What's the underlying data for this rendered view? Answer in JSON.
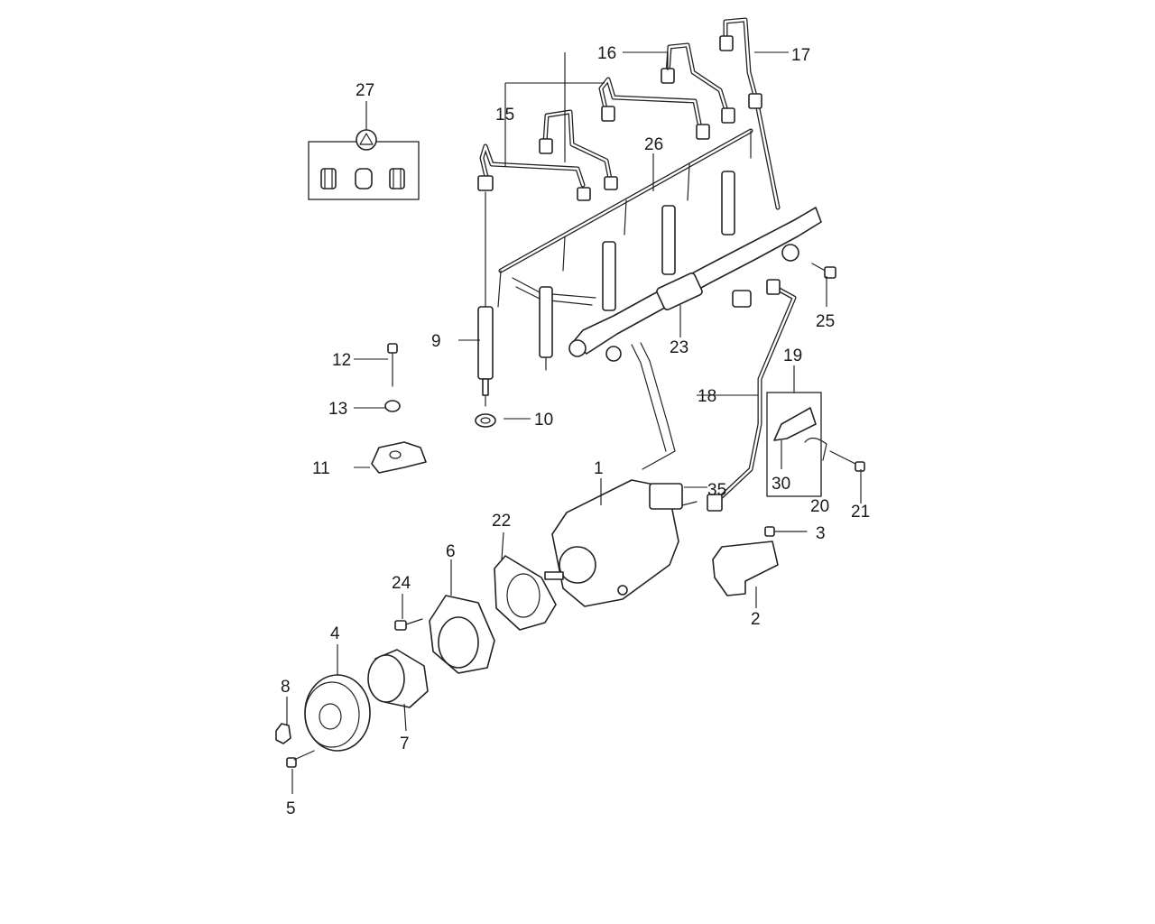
{
  "callouts": {
    "c1": "1",
    "c2": "2",
    "c3": "3",
    "c4": "4",
    "c5": "5",
    "c6": "6",
    "c7": "7",
    "c8": "8",
    "c9": "9",
    "c10": "10",
    "c11": "11",
    "c12": "12",
    "c13": "13",
    "c15": "15",
    "c16": "16",
    "c17": "17",
    "c18": "18",
    "c19": "19",
    "c20": "20",
    "c21": "21",
    "c22": "22",
    "c23": "23",
    "c24": "24",
    "c25": "25",
    "c26": "26",
    "c27": "27",
    "c30": "30",
    "c35": "35"
  }
}
